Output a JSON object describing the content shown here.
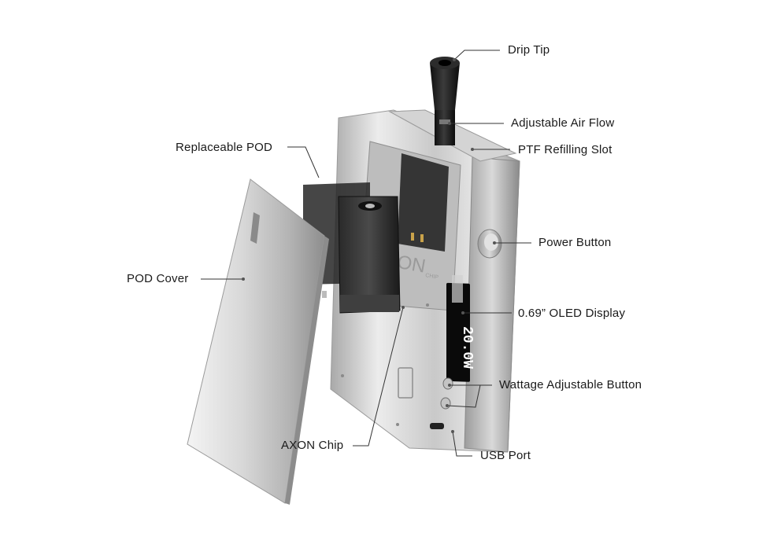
{
  "labels": {
    "drip_tip": "Drip Tip",
    "adjustable_air_flow": "Adjustable Air Flow",
    "ptf_refilling_slot": "PTF Refilling Slot",
    "replaceable_pod": "Replaceable POD",
    "power_button": "Power Button",
    "pod_cover": "POD Cover",
    "oled_display": "0.69” OLED Display",
    "wattage_button": "Wattage Adjustable Button",
    "axon_chip": "AXON Chip",
    "usb_port": "USB Port"
  },
  "device": {
    "brand_text": "AXON",
    "brand_sub": "CHIP",
    "display_wattage": "20.0W"
  },
  "colors": {
    "metal_light": "#e6e6e6",
    "metal_dark": "#8c8c8c",
    "pod_dark": "#1c1c1c",
    "screen": "#0a0a0a"
  }
}
